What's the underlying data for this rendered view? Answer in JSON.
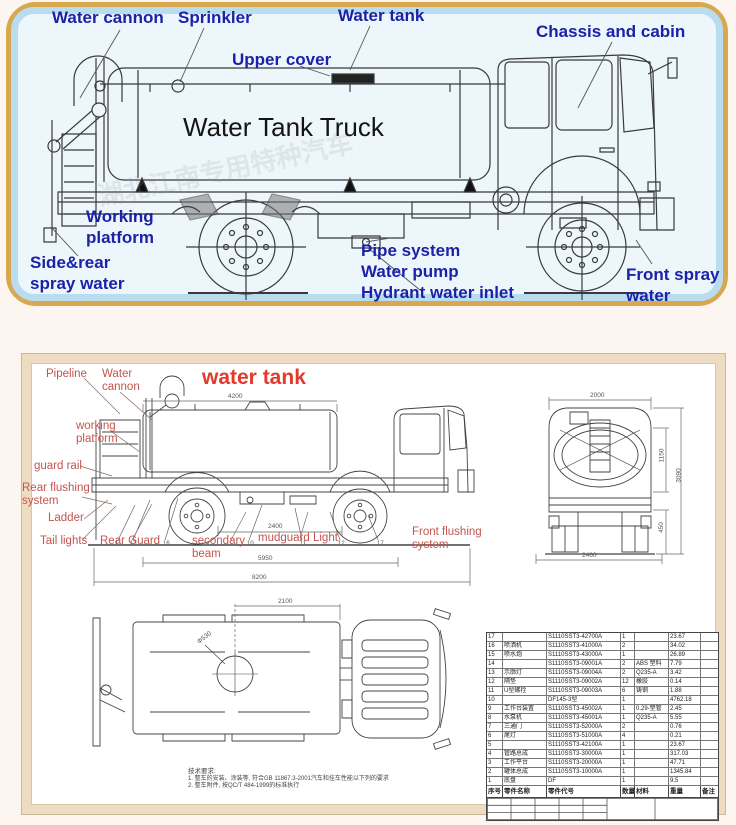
{
  "top_panel": {
    "drawing_title": "Water Tank Truck",
    "watermark": "湖北江南专用特种汽车",
    "labels": {
      "water_cannon": "Water cannon",
      "sprinkler": "Sprinkler",
      "water_tank": "Water tank",
      "upper_cover": "Upper cover",
      "chassis_cabin": "Chassis and cabin",
      "working_platform_1": "Working",
      "working_platform_2": "platform",
      "side_rear_1": "Side&rear",
      "side_rear_2": "spray water",
      "pipe_system": "Pipe system",
      "water_pump": "Water pump",
      "hydrant_inlet": "Hydrant water inlet",
      "front_spray_1": "Front spray",
      "front_spray_2": "water"
    },
    "colors": {
      "label_blue": "#1b22a8",
      "gold_border": "#d8a84e",
      "blue_border": "#b9dcee",
      "bg": "#edf6fb"
    }
  },
  "bottom_panel": {
    "view_title": "water tank",
    "labels": {
      "pipeline": "Pipeline",
      "water_cannon_1": "Water",
      "water_cannon_2": "cannon",
      "working_platform_1": "working",
      "working_platform_2": "platform",
      "guard_rail": "guard rail",
      "rear_flushing_1": "Rear flushing",
      "rear_flushing_2": "system",
      "ladder": "Ladder",
      "tail_lights": "Tail lights",
      "rear_guard": "Rear Guard",
      "secondary_beam_1": "secondary",
      "secondary_beam_2": "beam",
      "mudguard_light": "mudguard Light",
      "front_flushing_1": "Front flushing",
      "front_flushing_2": "system"
    },
    "dimensions": {
      "tank_length": "4200",
      "rear_overhang": "2400",
      "wheelbase_span": "5950",
      "overall_length": "8200",
      "rear_width_top": "2000",
      "tank_height": "1150",
      "overall_height": "3090",
      "bumper_height": "450",
      "rear_track": "2460",
      "top_width": "2100",
      "manhole_dia": "Φ530"
    },
    "callouts": [
      "1",
      "13",
      "16",
      "10",
      "11",
      "12",
      "17"
    ],
    "colors": {
      "label_red": "#c4544e",
      "title_red": "#e23a2c",
      "frame": "#eddcc1"
    }
  },
  "parts_table": {
    "headers": [
      "序号",
      "零件名称",
      "零件代号",
      "数量",
      "材料",
      "重量",
      "备注"
    ],
    "rows": [
      {
        "no": "17",
        "name": "",
        "code": "S1110SST3-42700A",
        "qty": "1",
        "material": "",
        "weight": "23.67",
        "note": ""
      },
      {
        "no": "16",
        "name": "喷洒机",
        "code": "S1110SST3-41000A",
        "qty": "2",
        "material": "",
        "weight": "34.02",
        "note": ""
      },
      {
        "no": "15",
        "name": "喷水炮",
        "code": "S1110SST3-43000A",
        "qty": "1",
        "material": "",
        "weight": "26.89",
        "note": ""
      },
      {
        "no": "14",
        "name": "",
        "code": "S1110SST3-09001A",
        "qty": "2",
        "material": "ABS 塑料",
        "weight": "7.79",
        "note": ""
      },
      {
        "no": "13",
        "name": "示廓灯",
        "code": "S1110SST3-09004A",
        "qty": "2",
        "material": "Q235-A",
        "weight": "3.42",
        "note": ""
      },
      {
        "no": "12",
        "name": "隔垫",
        "code": "S1110SST3-09002A",
        "qty": "12",
        "material": "橡胶",
        "weight": "0.14",
        "note": ""
      },
      {
        "no": "11",
        "name": "U型螺栓",
        "code": "S1110SST3-09003A",
        "qty": "6",
        "material": "铸钢",
        "weight": "1.88",
        "note": ""
      },
      {
        "no": "10",
        "name": "",
        "code": "DF145-3型",
        "qty": "1",
        "material": "",
        "weight": "4762.18",
        "note": ""
      },
      {
        "no": "9",
        "name": "工作台装置",
        "code": "S1110SST3-45002A",
        "qty": "1",
        "material": "0.29-塑管",
        "weight": "2.45",
        "note": ""
      },
      {
        "no": "8",
        "name": "水泵机",
        "code": "S1110SST3-45001A",
        "qty": "1",
        "material": "Q235-A",
        "weight": "5.55",
        "note": ""
      },
      {
        "no": "7",
        "name": "三通门",
        "code": "S1110SST3-52000A",
        "qty": "2",
        "material": "",
        "weight": "0.76",
        "note": ""
      },
      {
        "no": "6",
        "name": "尾灯",
        "code": "S1110SST3-51000A",
        "qty": "4",
        "material": "",
        "weight": "0.21",
        "note": ""
      },
      {
        "no": "5",
        "name": "",
        "code": "S1110SST3-42100A",
        "qty": "1",
        "material": "",
        "weight": "23.67",
        "note": ""
      },
      {
        "no": "4",
        "name": "管路总成",
        "code": "S1110SST3-30000A",
        "qty": "1",
        "material": "",
        "weight": "317.03",
        "note": ""
      },
      {
        "no": "3",
        "name": "工作平台",
        "code": "S1110SST3-20000A",
        "qty": "1",
        "material": "",
        "weight": "47.71",
        "note": ""
      },
      {
        "no": "2",
        "name": "罐体总成",
        "code": "S1110SST3-10000A",
        "qty": "1",
        "material": "",
        "weight": "1345.84",
        "note": ""
      },
      {
        "no": "1",
        "name": "底盘",
        "code": "DF",
        "qty": "1",
        "material": "",
        "weight": "9.5",
        "note": ""
      }
    ]
  },
  "notes": {
    "title": "技术要求:",
    "line1": "1. 整车的安装、涂装等, 符合GB 11867.3-2001汽车和挂车性能以下列的要求",
    "line2": "2. 整车附件, 按QC/T 484-1999的标准执行"
  }
}
